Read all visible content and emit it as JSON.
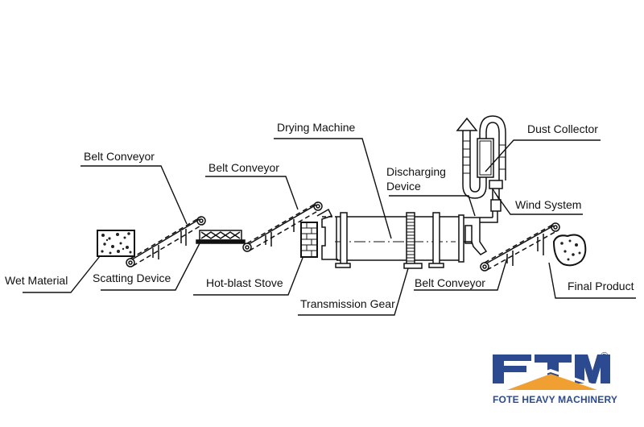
{
  "diagram": {
    "title": "Rotary Dryer Production Line",
    "labels": {
      "belt_conveyor_1": "Belt Conveyor",
      "belt_conveyor_2": "Belt Conveyor",
      "belt_conveyor_3": "Belt Conveyor",
      "wet_material": "Wet Material",
      "scatting_device": "Scatting Device",
      "hot_blast_stove": "Hot-blast Stove",
      "drying_machine": "Drying Machine",
      "transmission_gear": "Transmission Gear",
      "discharging_device_line1": "Discharging",
      "discharging_device_line2": "Device",
      "dust_collector": "Dust Collector",
      "wind_system": "Wind System",
      "final_product": "Final Product"
    },
    "colors": {
      "line": "#111111",
      "brand_blue": "#2c4a8f",
      "brand_orange": "#f0a030"
    }
  },
  "logo": {
    "mark": "FTM",
    "registered": "®",
    "company": "FOTE HEAVY MACHINERY"
  }
}
